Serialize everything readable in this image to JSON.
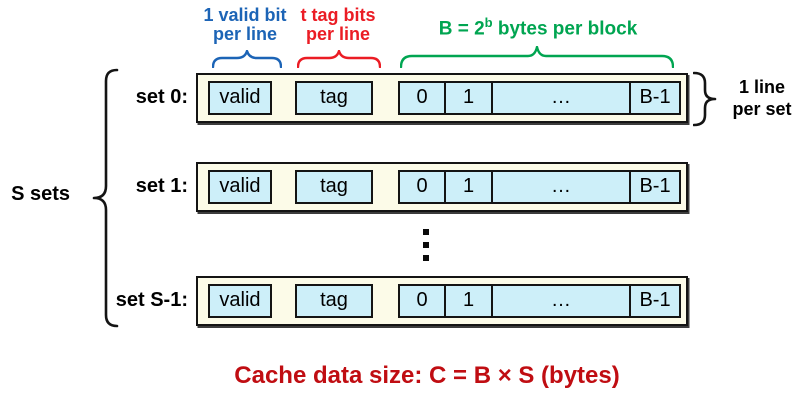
{
  "colors": {
    "blue": "#1C64B6",
    "red": "#EB1C24",
    "green": "#00A551",
    "dark_red": "#C00D12",
    "box_fill": "#FCFBE8",
    "cell_fill": "#CDEFF9"
  },
  "annotations": {
    "valid": {
      "line1": "1 valid bit",
      "line2": "per line"
    },
    "tag": {
      "line1": "t tag bits",
      "line2": "per line"
    },
    "block": {
      "prefix": "B = 2",
      "sup": "b",
      "suffix": " bytes per block"
    },
    "line_per_set": {
      "line1": "1 line",
      "line2": "per set"
    },
    "s_sets": "S sets"
  },
  "rows": [
    {
      "label": "set 0:",
      "valid": "valid",
      "tag": "tag",
      "block": [
        "0",
        "1",
        "…",
        "B-1"
      ]
    },
    {
      "label": "set 1:",
      "valid": "valid",
      "tag": "tag",
      "block": [
        "0",
        "1",
        "…",
        "B-1"
      ]
    },
    {
      "label": "set S-1:",
      "valid": "valid",
      "tag": "tag",
      "block": [
        "0",
        "1",
        "…",
        "B-1"
      ]
    }
  ],
  "caption": "Cache data size: C = B × S (bytes)"
}
